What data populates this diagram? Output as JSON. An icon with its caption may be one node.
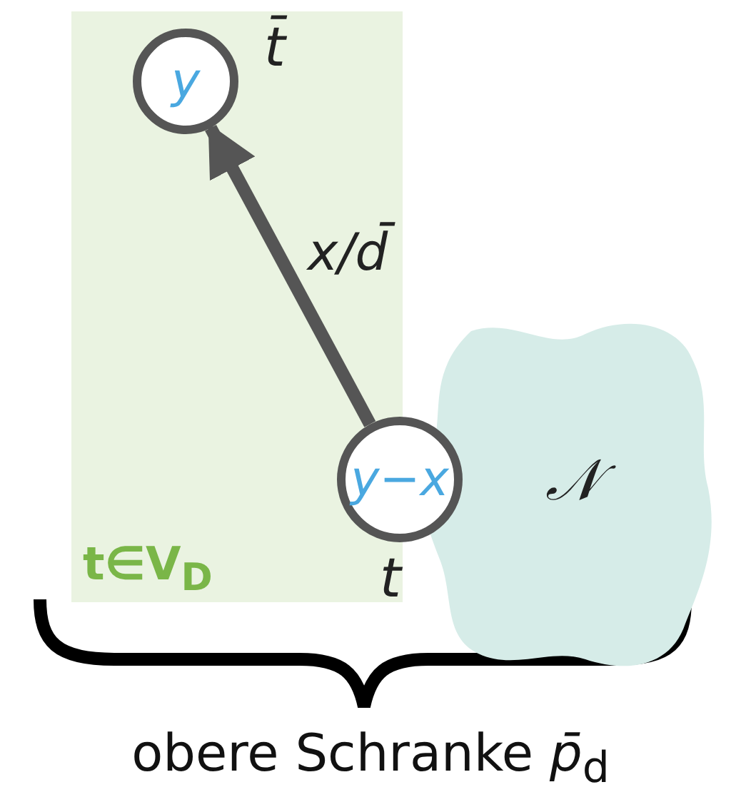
{
  "diagram": {
    "nodes": [
      {
        "text": [
          "t∈V$_{D}$"
        ]
      },
      {
        "text": [
          "y"
        ],
        "in": 0,
        "beside": [
          "t̄"
        ]
      },
      {
        "text": [
          "y−x"
        ],
        "beside": [
          "t"
        ]
      },
      {
        "text": [
          "𝒩"
        ]
      }
    ],
    "edges": [
      {
        "from": 2,
        "to": 1,
        "arrow": "to",
        "label": "x/d̄"
      }
    ],
    "labels": [
      "obere Schranke *p̄*$_{d}$"
    ]
  }
}
